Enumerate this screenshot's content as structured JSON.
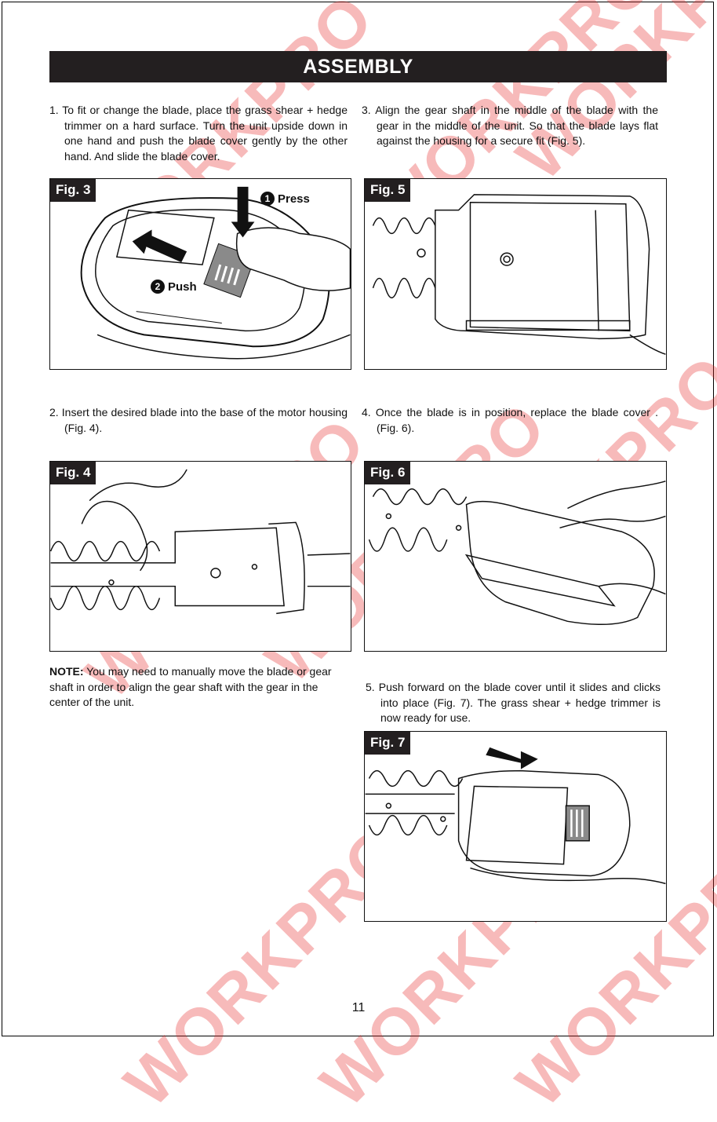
{
  "page": {
    "title": "ASSEMBLY",
    "page_number": "11",
    "watermark_text": "WORKPRO"
  },
  "steps": {
    "step1": "1. To fit or change the blade, place the grass shear + hedge trimmer on a hard surface. Turn the unit upside down in one hand and  push the blade cover gently by the other hand. And slide the blade cover.",
    "step2": "2. Insert the desired blade into the base of the motor housing (Fig. 4).",
    "step3": "3. Align the gear shaft in the middle of the blade with the gear in the middle of the unit. So that the blade lays flat against the housing for a secure fit (Fig. 5).",
    "step4": "4.  Once  the  blade  is  in  position,  replace  the  blade cover .(Fig. 6).",
    "step5": "5. Push forward on the blade cover until it slides and clicks into place (Fig. 7). The grass shear + hedge trimmer is now ready for use."
  },
  "note": {
    "label": "NOTE:",
    "text": " You may need to manually move the blade or gear shaft in order to align the gear shaft with the gear in the center of the unit."
  },
  "figures": {
    "fig3": {
      "label": "Fig. 3",
      "callout_press_num": "1",
      "callout_press": "Press",
      "callout_push_num": "2",
      "callout_push": "Push"
    },
    "fig4": {
      "label": "Fig. 4"
    },
    "fig5": {
      "label": "Fig. 5"
    },
    "fig6": {
      "label": "Fig. 6"
    },
    "fig7": {
      "label": "Fig. 7"
    }
  },
  "colors": {
    "title_bar": "#231f20",
    "watermark": "#e62828",
    "line_art": "#111111",
    "grey_panel": "#8a8a8a"
  },
  "icons": [
    "arrow-down-icon",
    "arrow-left-icon",
    "arrow-right-icon"
  ]
}
